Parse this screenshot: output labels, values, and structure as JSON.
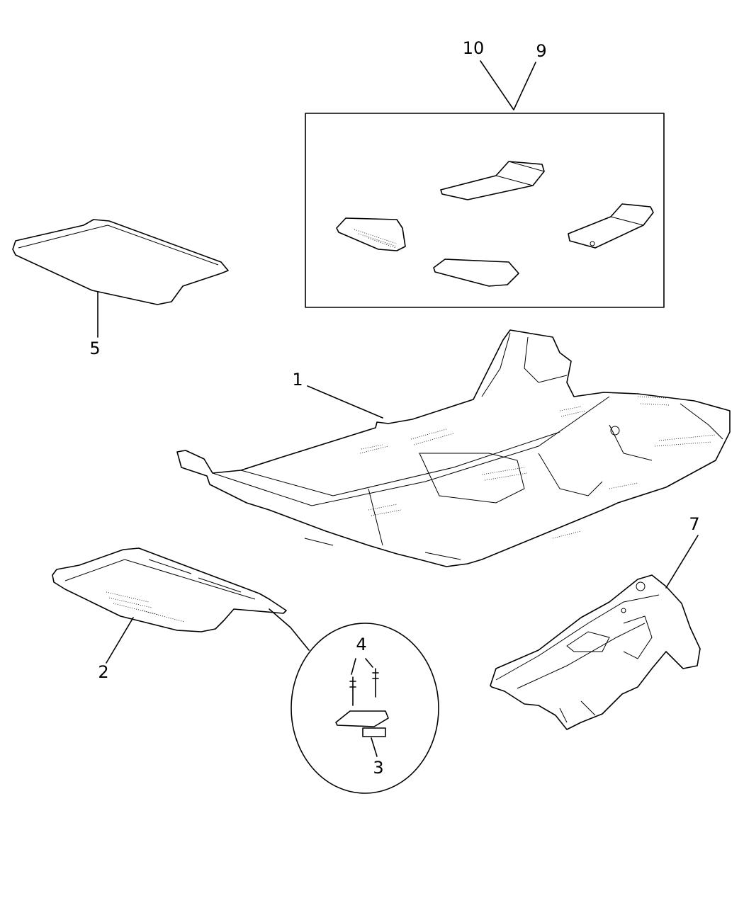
{
  "diagram": {
    "callouts": {
      "c1": "1",
      "c2": "2",
      "c3": "3",
      "c4": "4",
      "c5": "5",
      "c7": "7",
      "c9": "9",
      "c10": "10"
    }
  }
}
